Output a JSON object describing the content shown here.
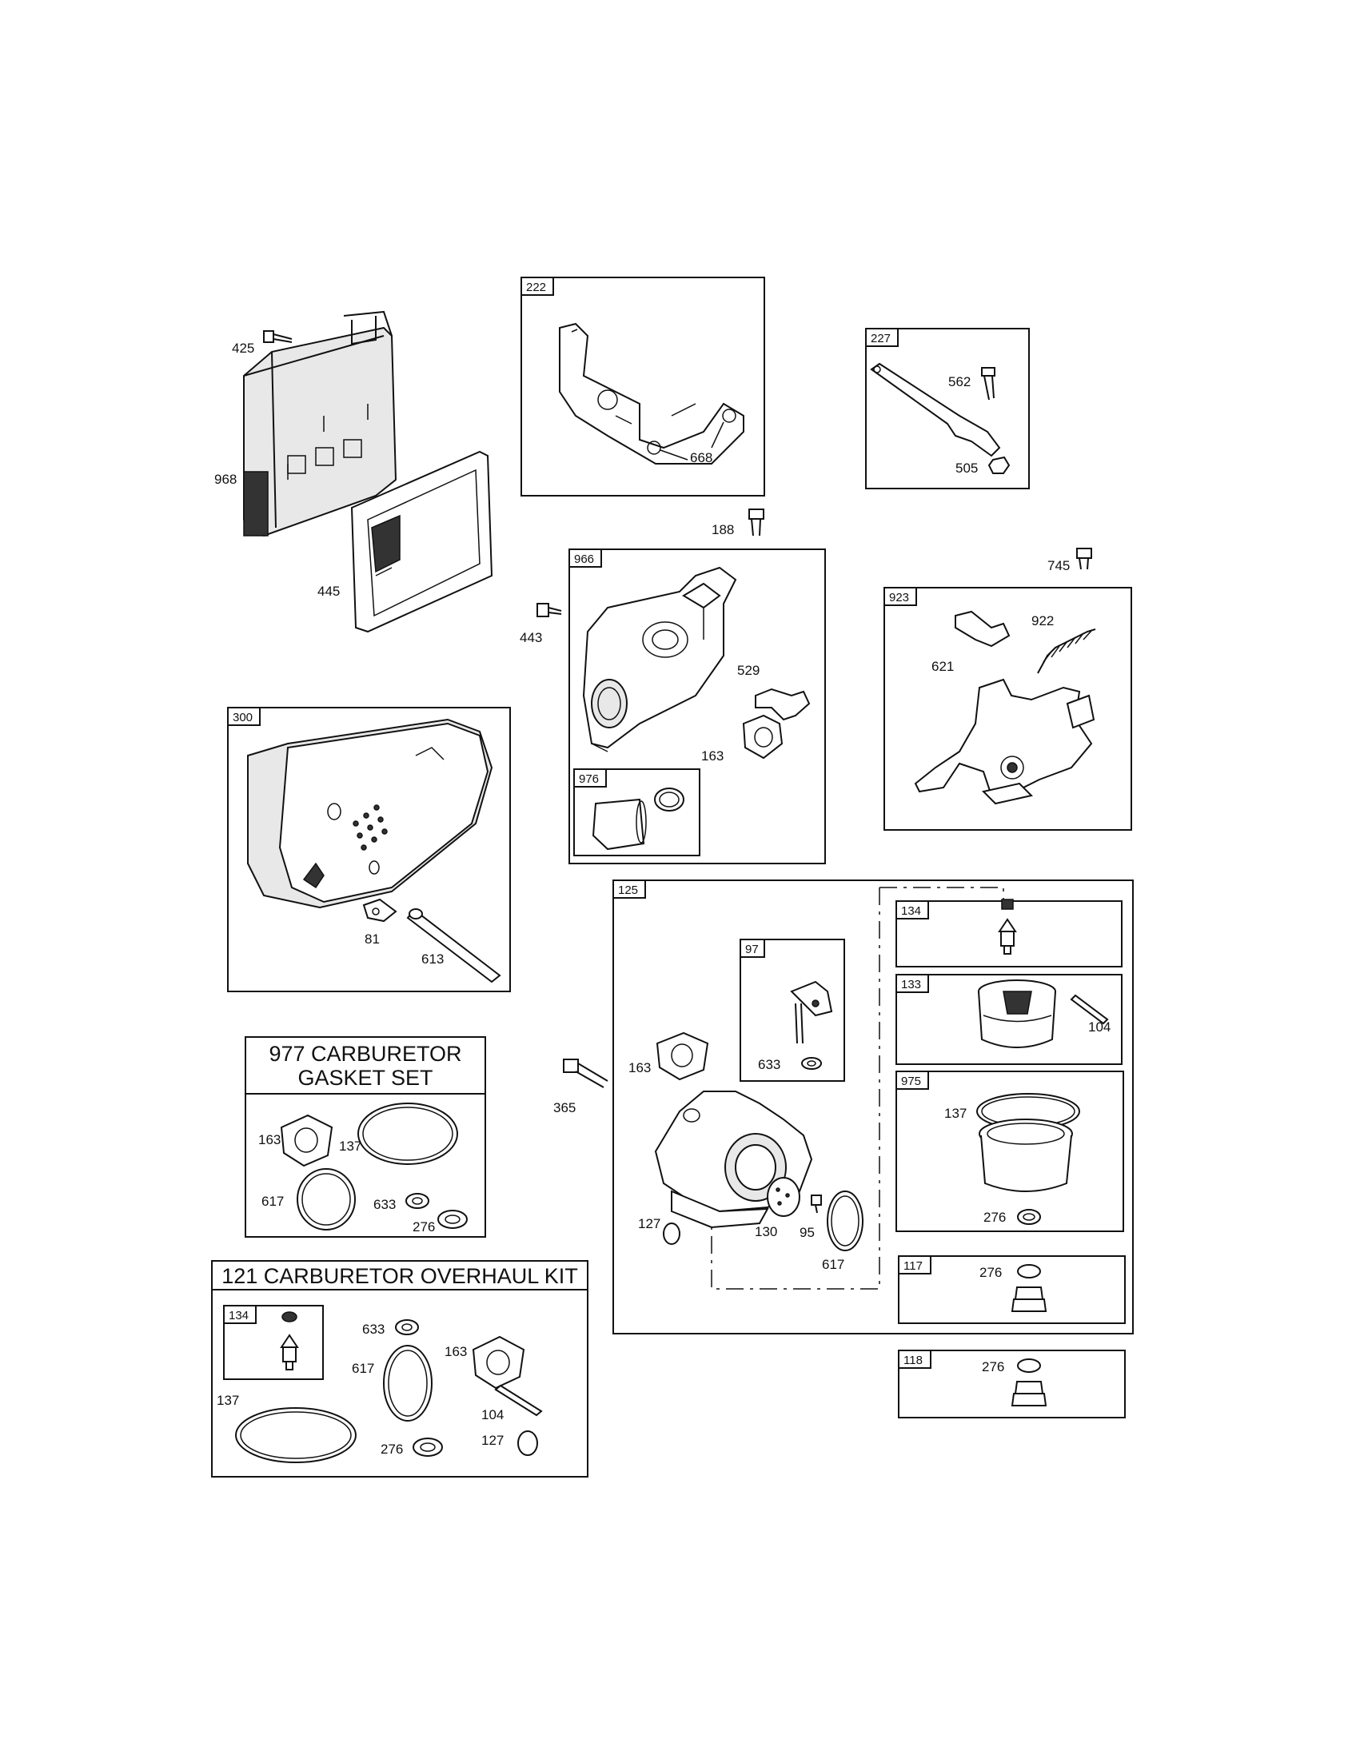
{
  "callouts": {
    "n425": "425",
    "n968": "968",
    "n445": "445",
    "n668": "668",
    "n562": "562",
    "n505": "505",
    "n188": "188",
    "n745": "745",
    "n443": "443",
    "n529": "529",
    "n163a": "163",
    "n922": "922",
    "n621": "621",
    "n81": "81",
    "n613": "613",
    "n163b": "163",
    "n365": "365",
    "n633a": "633",
    "n127a": "127",
    "n130": "130",
    "n95": "95",
    "n617a": "617",
    "n104a": "104",
    "n137a": "137",
    "n276a": "276",
    "n276b": "276",
    "n276c": "276",
    "n163c": "163",
    "n137b": "137",
    "n617b": "617",
    "n633b": "633",
    "n276d": "276",
    "n633c": "633",
    "n617c": "617",
    "n163d": "163",
    "n137c": "137",
    "n104b": "104",
    "n276e": "276",
    "n127b": "127"
  },
  "boxes": {
    "b222": "222",
    "b227": "227",
    "b966": "966",
    "b976": "976",
    "b923": "923",
    "b300": "300",
    "b125": "125",
    "b97": "97",
    "b134a": "134",
    "b133": "133",
    "b975": "975",
    "b117": "117",
    "b118": "118",
    "b134b": "134"
  },
  "kits": {
    "gasket_line1": "977 CARBURETOR",
    "gasket_line2": "GASKET SET",
    "overhaul": "121 CARBURETOR OVERHAUL KIT"
  }
}
